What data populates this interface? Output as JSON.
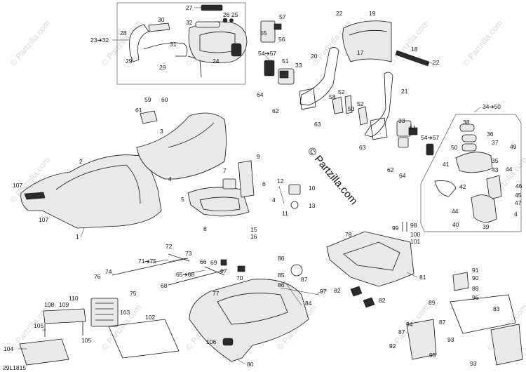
{
  "diagram_code": "29L1815",
  "watermark": "© Partzilla.com",
  "watermark_center": "© Partzilla.com",
  "callouts": {
    "c1": "1",
    "c2": "2",
    "c3": "3",
    "c4": "4",
    "c5": "5",
    "c6": "6",
    "c7": "7",
    "c8": "8",
    "c9": "9",
    "c10": "10",
    "c11": "11",
    "c12": "12",
    "c13": "13",
    "c15": "15",
    "c16": "16",
    "c17": "17",
    "c18": "18",
    "c19": "19",
    "c20": "20",
    "c21": "21",
    "c22a": "22",
    "c22b": "22",
    "c23": "23➔32",
    "c24": "24",
    "c25": "25",
    "c26": "26",
    "c27": "27",
    "c28": "28",
    "c29a": "29",
    "c29b": "29",
    "c30": "30",
    "c31": "31",
    "c32": "32",
    "c33a": "33",
    "c33b": "33",
    "c34": "34➔50",
    "c35": "35",
    "c36": "36",
    "c37": "37",
    "c38": "38",
    "c39": "39",
    "c40": "40",
    "c41": "41",
    "c42": "42",
    "c43": "43",
    "c44a": "44",
    "c44b": "44",
    "c45": "45",
    "c46": "46",
    "c47": "47",
    "c4b": "4",
    "c49": "49",
    "c50": "50",
    "c51a": "51",
    "c51b": "51",
    "c52a": "52",
    "c52b": "52",
    "c53": "53",
    "c54a": "54➔57",
    "c54b": "54➔57",
    "c55": "55",
    "c56": "56",
    "c57": "57",
    "c58": "58",
    "c59": "59",
    "c60": "60",
    "c61": "61",
    "c62a": "62",
    "c62b": "62",
    "c63a": "63",
    "c63b": "63",
    "c64a": "64",
    "c64b": "64",
    "c65": "65➔68",
    "c66": "66",
    "c67": "67",
    "c68": "68",
    "c69": "69",
    "c70": "70",
    "c71": "71➔75",
    "c72": "72",
    "c73": "73",
    "c74": "74",
    "c75": "75",
    "c76": "76",
    "c77": "77",
    "c78": "78",
    "c80": "80",
    "c81": "81",
    "c82a": "82",
    "c82b": "82",
    "c83": "83",
    "c84": "84",
    "c85": "85",
    "c86a": "86",
    "c86b": "86",
    "c87a": "87",
    "c87b": "87",
    "c88": "88",
    "c89": "89",
    "c90": "90",
    "c91": "91",
    "c92": "92",
    "c93a": "93",
    "c93b": "93",
    "c94": "94",
    "c95": "95",
    "c96": "96",
    "c97": "97",
    "c98": "98",
    "c99": "99",
    "c100": "100",
    "c101": "101",
    "c102": "102",
    "c103": "103",
    "c104": "104",
    "c105a": "105",
    "c105b": "105",
    "c106": "106",
    "c107a": "107",
    "c107b": "107",
    "c108": "108",
    "c109": "109",
    "c110": "110"
  }
}
